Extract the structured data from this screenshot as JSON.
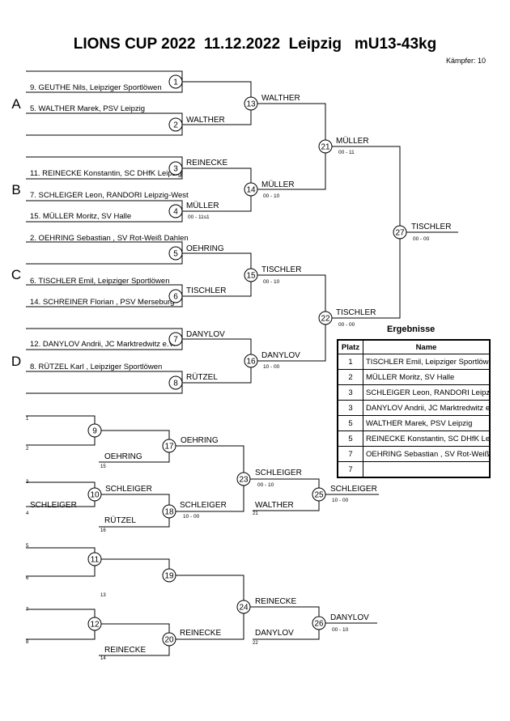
{
  "header": {
    "title": "LIONS CUP 2022  11.12.2022  Leipzig   mU13-43kg",
    "fighters": "Kämpfer: 10"
  },
  "pools": [
    "A",
    "B",
    "C",
    "D"
  ],
  "entries": [
    "9. GEUTHE Nils, Leipziger Sportlöwen",
    "5. WALTHER Marek, PSV Leipzig",
    "11. REINECKE Konstantin, SC DHfK Leipzig",
    "7. SCHLEIGER Leon, RANDORI Leipzig-West",
    "15. MÜLLER Moritz, SV Halle",
    "2. OEHRING Sebastian , SV Rot-Weiß Dahlen",
    "6. TISCHLER Emil, Leipziger Sportlöwen",
    "14. SCHREINER Florian , PSV Merseburg",
    "12. DANYLOV Andrii, JC Marktredwitz e.V.",
    "8. RÜTZEL Karl , Leipziger Sportlöwen"
  ],
  "winners": [
    {
      "match": "2",
      "name": "WALTHER",
      "score": ""
    },
    {
      "match": "3",
      "name": "REINECKE",
      "score": ""
    },
    {
      "match": "4",
      "name": "MÜLLER",
      "score": "00 - 11s1"
    },
    {
      "match": "5",
      "name": "OEHRING",
      "score": ""
    },
    {
      "match": "6",
      "name": "TISCHLER",
      "score": ""
    },
    {
      "match": "7",
      "name": "DANYLOV",
      "score": ""
    },
    {
      "match": "8",
      "name": "RÜTZEL",
      "score": ""
    },
    {
      "match": "13",
      "name": "WALTHER",
      "score": ""
    },
    {
      "match": "14",
      "name": "MÜLLER",
      "score": "00 - 10"
    },
    {
      "match": "15",
      "name": "TISCHLER",
      "score": "00 - 10"
    },
    {
      "match": "16",
      "name": "DANYLOV",
      "score": "10 - 00"
    },
    {
      "match": "21",
      "name": "MÜLLER",
      "score": "00 - 11"
    },
    {
      "match": "22",
      "name": "TISCHLER",
      "score": "00 - 00"
    },
    {
      "match": "27",
      "name": "TISCHLER",
      "score": "00 - 00"
    }
  ],
  "repechage": {
    "slots": [
      "1",
      "2",
      "3",
      "4",
      "5",
      "6",
      "7",
      "8"
    ],
    "names": [
      "OEHRING",
      "SCHLEIGER",
      "SCHLEIGER",
      "RÜTZEL",
      "OEHRING",
      "SCHLEIGER",
      "SCHLEIGER",
      "WALTHER",
      "SCHLEIGER",
      "REINECKE",
      "REINECKE",
      "REINECKE",
      "DANYLOV",
      "DANYLOV"
    ],
    "scores": [
      "00 - 10",
      "10 - 00",
      "10 - 00",
      "00 - 10"
    ],
    "refs": [
      "15",
      "16",
      "21",
      "13",
      "14",
      "22"
    ]
  },
  "match_numbers": [
    "1",
    "2",
    "3",
    "4",
    "5",
    "6",
    "7",
    "8",
    "9",
    "10",
    "11",
    "12",
    "13",
    "14",
    "15",
    "16",
    "17",
    "18",
    "19",
    "20",
    "21",
    "22",
    "23",
    "24",
    "25",
    "26",
    "27"
  ],
  "results": {
    "title": "Ergebnisse",
    "headers": [
      "Platz",
      "Name"
    ],
    "rows": [
      {
        "place": "1",
        "name": "TISCHLER Emil, Leipziger Sportlöwen"
      },
      {
        "place": "2",
        "name": "MÜLLER Moritz, SV Halle"
      },
      {
        "place": "3",
        "name": "SCHLEIGER Leon, RANDORI Leipzig-West"
      },
      {
        "place": "3",
        "name": "DANYLOV Andrii, JC Marktredwitz e.V."
      },
      {
        "place": "5",
        "name": "WALTHER Marek, PSV Leipzig"
      },
      {
        "place": "5",
        "name": "REINECKE Konstantin, SC DHfK Leipzig"
      },
      {
        "place": "7",
        "name": "OEHRING Sebastian , SV Rot-Weiß Dahlen"
      },
      {
        "place": "7",
        "name": ""
      }
    ]
  }
}
